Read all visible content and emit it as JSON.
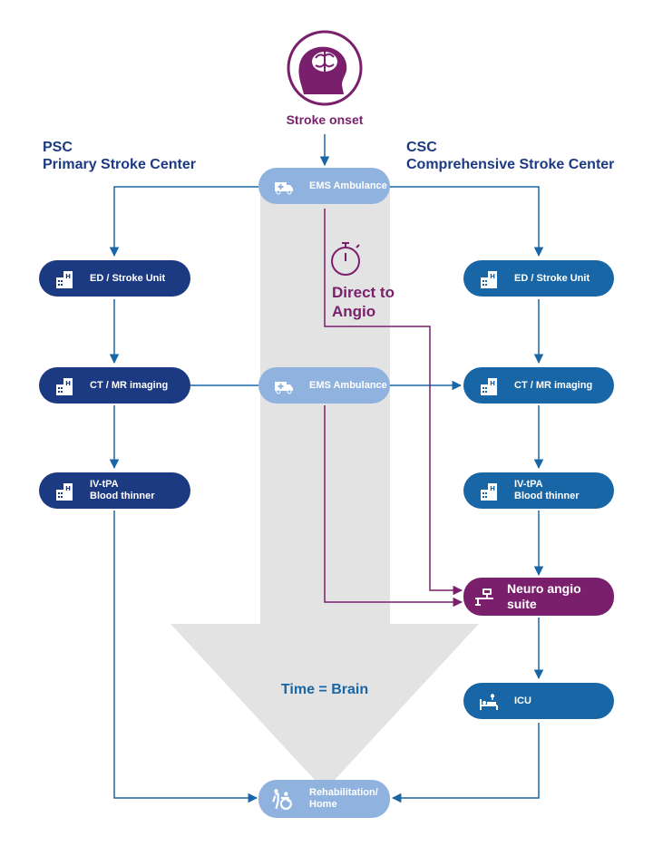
{
  "top": {
    "onset_label": "Stroke onset",
    "brain_icon": "head-brain-icon"
  },
  "psc": {
    "abbr": "PSC",
    "name": "Primary Stroke Center",
    "nodes": [
      "ED / Stroke Unit",
      "CT / MR imaging",
      "IV-tPA",
      "Blood thinner"
    ]
  },
  "csc": {
    "abbr": "CSC",
    "name": "Comprehensive Stroke Center",
    "nodes": [
      "ED / Stroke Unit",
      "CT / MR imaging",
      "IV-tPA",
      "Blood thinner",
      "Neuro angio",
      "suite",
      "ICU"
    ]
  },
  "center": {
    "ems_top": "EMS Ambulance",
    "ems_mid": "EMS Ambulance",
    "direct_line1": "Direct to",
    "direct_line2": "Angio",
    "time_brain": "Time = Brain",
    "rehab_line1": "Rehabilitation/",
    "rehab_line2": "Home"
  },
  "colors": {
    "dark_blue": "#1c3a82",
    "mid_blue": "#1866a6",
    "light_blue": "#8fb3de",
    "purple": "#7a1f6c",
    "gray_arrow": "#e3e3e3"
  }
}
